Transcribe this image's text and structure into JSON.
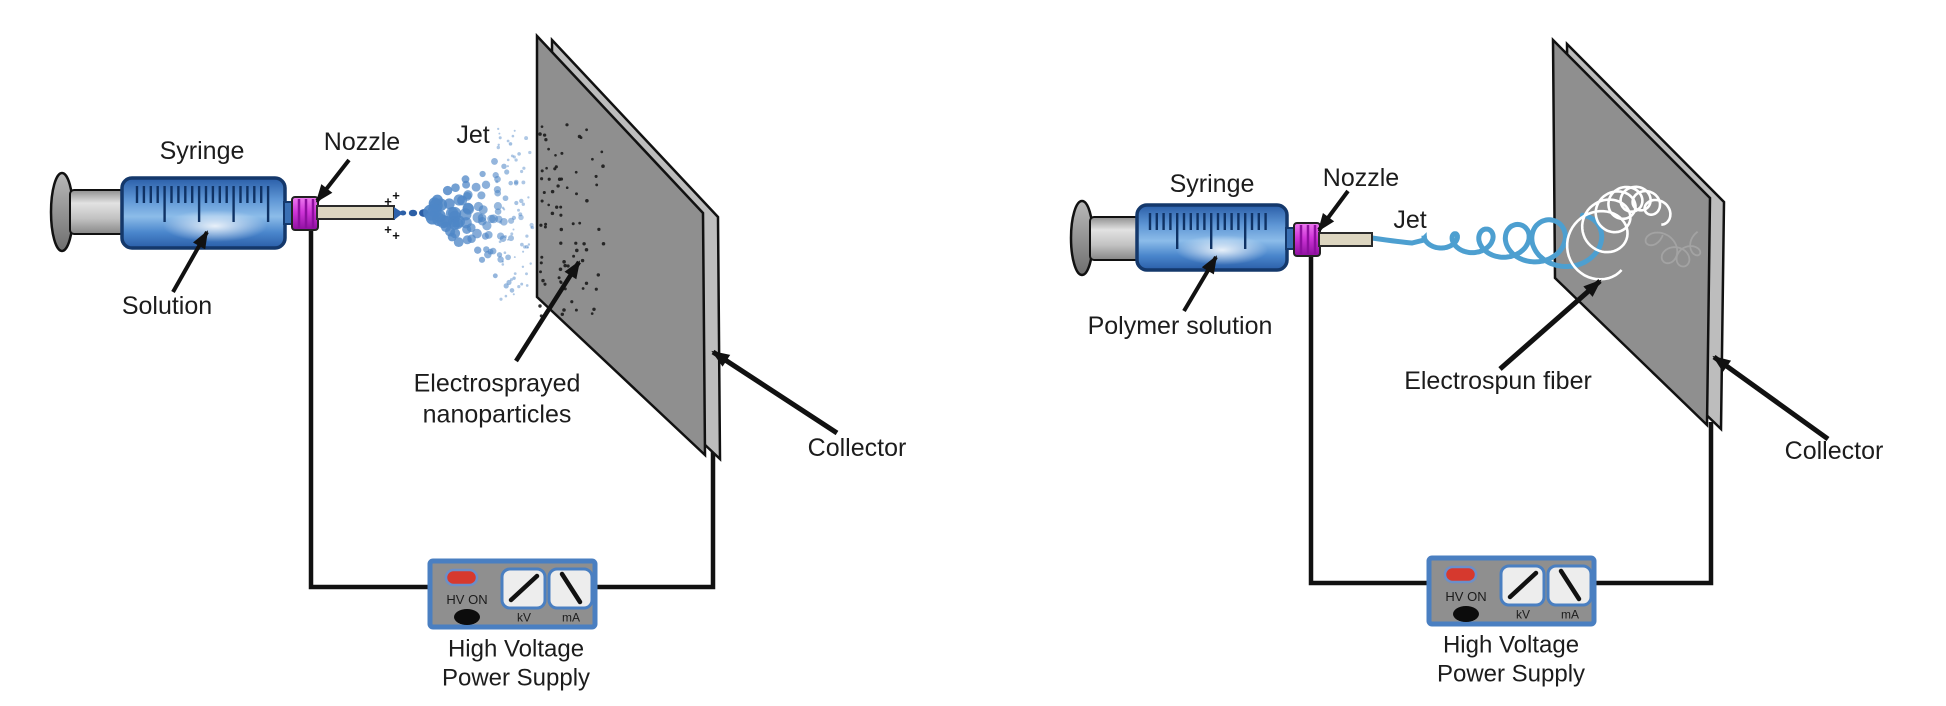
{
  "panels": {
    "left": {
      "syringe_label": "Syringe",
      "nozzle_label": "Nozzle",
      "jet_label": "Jet",
      "solution_label": "Solution",
      "deposit_label_line1": "Electrosprayed",
      "deposit_label_line2": "nanoparticles",
      "collector_label": "Collector",
      "psu": {
        "hv_on": "HV ON",
        "kv": "kV",
        "ma": "mA",
        "name_line1": "High Voltage",
        "name_line2": "Power Supply"
      }
    },
    "right": {
      "syringe_label": "Syringe",
      "nozzle_label": "Nozzle",
      "jet_label": "Jet",
      "solution_label": "Polymer solution",
      "deposit_label": "Electrospun fiber",
      "collector_label": "Collector",
      "psu": {
        "hv_on": "HV ON",
        "kv": "kV",
        "ma": "mA",
        "name_line1": "High Voltage",
        "name_line2": "Power Supply"
      }
    }
  },
  "symbols": {
    "plus": "+"
  },
  "colors": {
    "syringe_blue": "#3f78c8",
    "syringe_outline": "#14386b",
    "plunger_gray": "#c4c4c4",
    "luer_magenta": "#cf35d8",
    "nozzle_beige": "#ddd6c0",
    "droplet_blue": "#4e86c6",
    "droplet_dark_blue": "#2c5fa6",
    "jet_blue": "#4d9fd0",
    "fiber_white": "#ffffff",
    "fiber_gray": "#a8a8a8",
    "collector_front": "#8f8f8f",
    "collector_side": "#bdbdbd",
    "wire_black": "#111111",
    "psu_body": "#8f8f8f",
    "psu_border": "#4a7fc1",
    "hv_indicator_red": "#d6392e",
    "meter_face": "#ededed",
    "nanoparticle_dot": "#1b1b1b"
  }
}
